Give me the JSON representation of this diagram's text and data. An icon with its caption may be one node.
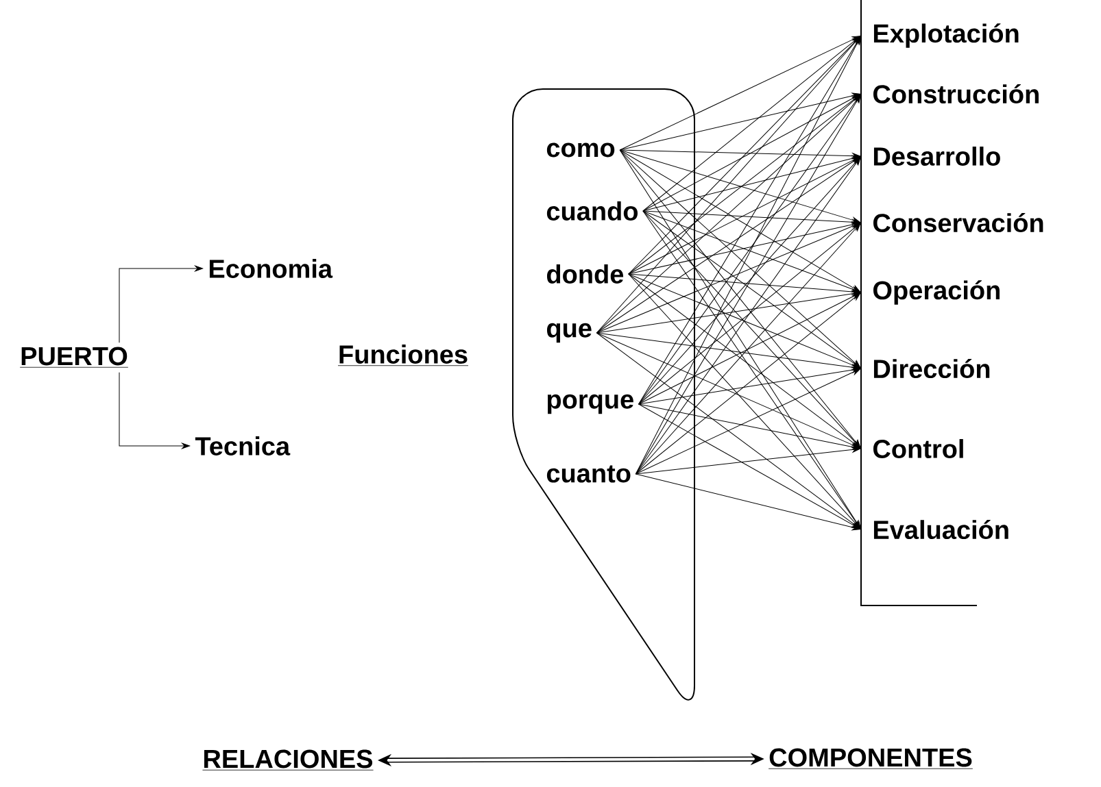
{
  "diagram": {
    "nodes": [
      {
        "text": [
          "PUERTO"
        ]
      },
      {
        "text": [
          "Economia"
        ]
      },
      {
        "text": [
          "Tecnica"
        ]
      },
      {
        "text": [],
        "shape": "box"
      },
      {
        "text": [
          "como"
        ],
        "in": 3
      },
      {
        "text": [
          "cuando"
        ],
        "in": 3
      },
      {
        "text": [
          "donde"
        ],
        "in": 3
      },
      {
        "text": [
          "que"
        ],
        "in": 3
      },
      {
        "text": [
          "porque"
        ],
        "in": 3
      },
      {
        "text": [
          "cuanto"
        ],
        "in": 3
      },
      {
        "text": [
          "Explotación"
        ]
      },
      {
        "text": [
          "Construcción"
        ]
      },
      {
        "text": [
          "Desarrollo"
        ]
      },
      {
        "text": [
          "Conservación"
        ]
      },
      {
        "text": [
          "Operación"
        ]
      },
      {
        "text": [
          "Dirección"
        ]
      },
      {
        "text": [
          "Control"
        ]
      },
      {
        "text": [
          "Evaluación"
        ]
      },
      {
        "text": [
          "RELACIONES"
        ]
      },
      {
        "text": [
          "COMPONENTES"
        ]
      }
    ],
    "edges": [
      {
        "from": 0,
        "to": 1,
        "arrow": "to"
      },
      {
        "from": 0,
        "to": 2,
        "arrow": "to"
      },
      {
        "from": 4,
        "to": 10,
        "arrow": "to"
      },
      {
        "from": 4,
        "to": 11,
        "arrow": "to"
      },
      {
        "from": 4,
        "to": 12,
        "arrow": "to"
      },
      {
        "from": 4,
        "to": 13,
        "arrow": "to"
      },
      {
        "from": 4,
        "to": 14,
        "arrow": "to"
      },
      {
        "from": 4,
        "to": 15,
        "arrow": "to"
      },
      {
        "from": 4,
        "to": 16,
        "arrow": "to"
      },
      {
        "from": 4,
        "to": 17,
        "arrow": "to"
      },
      {
        "from": 5,
        "to": 10,
        "arrow": "to"
      },
      {
        "from": 5,
        "to": 11,
        "arrow": "to"
      },
      {
        "from": 5,
        "to": 12,
        "arrow": "to"
      },
      {
        "from": 5,
        "to": 13,
        "arrow": "to"
      },
      {
        "from": 5,
        "to": 14,
        "arrow": "to"
      },
      {
        "from": 5,
        "to": 15,
        "arrow": "to"
      },
      {
        "from": 5,
        "to": 16,
        "arrow": "to"
      },
      {
        "from": 5,
        "to": 17,
        "arrow": "to"
      },
      {
        "from": 6,
        "to": 10,
        "arrow": "to"
      },
      {
        "from": 6,
        "to": 11,
        "arrow": "to"
      },
      {
        "from": 6,
        "to": 12,
        "arrow": "to"
      },
      {
        "from": 6,
        "to": 13,
        "arrow": "to"
      },
      {
        "from": 6,
        "to": 14,
        "arrow": "to"
      },
      {
        "from": 6,
        "to": 15,
        "arrow": "to"
      },
      {
        "from": 6,
        "to": 16,
        "arrow": "to"
      },
      {
        "from": 6,
        "to": 17,
        "arrow": "to"
      },
      {
        "from": 7,
        "to": 10,
        "arrow": "to"
      },
      {
        "from": 7,
        "to": 11,
        "arrow": "to"
      },
      {
        "from": 7,
        "to": 12,
        "arrow": "to"
      },
      {
        "from": 7,
        "to": 13,
        "arrow": "to"
      },
      {
        "from": 7,
        "to": 14,
        "arrow": "to"
      },
      {
        "from": 7,
        "to": 15,
        "arrow": "to"
      },
      {
        "from": 7,
        "to": 16,
        "arrow": "to"
      },
      {
        "from": 7,
        "to": 17,
        "arrow": "to"
      },
      {
        "from": 8,
        "to": 10,
        "arrow": "to"
      },
      {
        "from": 8,
        "to": 11,
        "arrow": "to"
      },
      {
        "from": 8,
        "to": 12,
        "arrow": "to"
      },
      {
        "from": 8,
        "to": 13,
        "arrow": "to"
      },
      {
        "from": 8,
        "to": 14,
        "arrow": "to"
      },
      {
        "from": 8,
        "to": 15,
        "arrow": "to"
      },
      {
        "from": 8,
        "to": 16,
        "arrow": "to"
      },
      {
        "from": 8,
        "to": 17,
        "arrow": "to"
      },
      {
        "from": 9,
        "to": 10,
        "arrow": "to"
      },
      {
        "from": 9,
        "to": 11,
        "arrow": "to"
      },
      {
        "from": 9,
        "to": 12,
        "arrow": "to"
      },
      {
        "from": 9,
        "to": 13,
        "arrow": "to"
      },
      {
        "from": 9,
        "to": 14,
        "arrow": "to"
      },
      {
        "from": 9,
        "to": 15,
        "arrow": "to"
      },
      {
        "from": 9,
        "to": 16,
        "arrow": "to"
      },
      {
        "from": 9,
        "to": 17,
        "arrow": "to"
      },
      {
        "from": 18,
        "to": 19,
        "arrow": "both",
        "style": "thick"
      }
    ],
    "labels": [
      "Funciones"
    ]
  }
}
